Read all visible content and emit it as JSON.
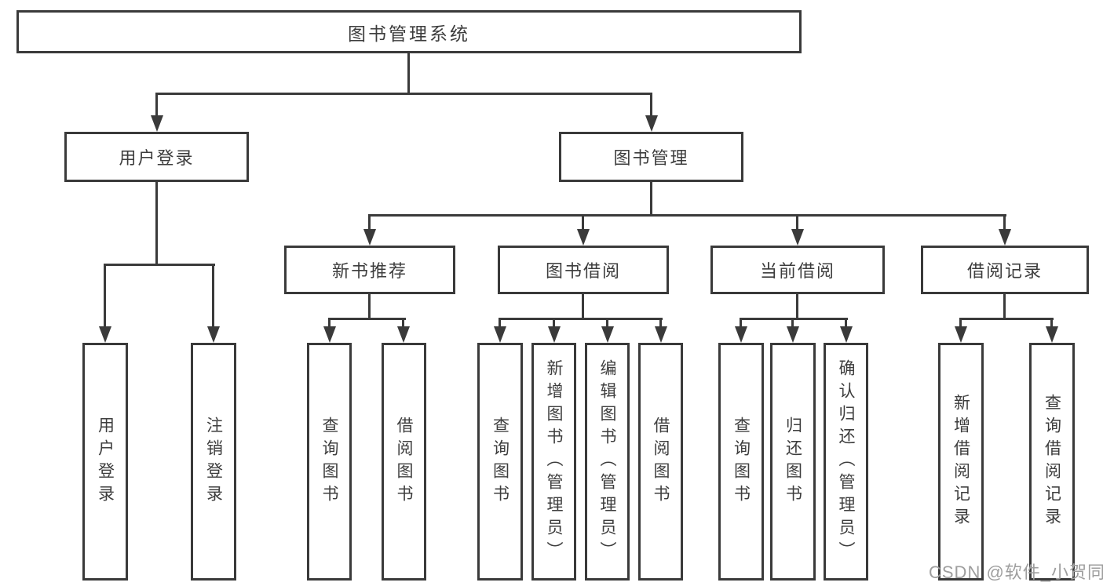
{
  "tree": {
    "root": {
      "label": "图书管理系统"
    },
    "branches": [
      {
        "label": "用户登录",
        "children": [
          {
            "label": "用户登录"
          },
          {
            "label": "注销登录"
          }
        ]
      },
      {
        "label": "图书管理",
        "children": [
          {
            "label": "新书推荐",
            "children": [
              {
                "label": "查询图书"
              },
              {
                "label": "借阅图书"
              }
            ]
          },
          {
            "label": "图书借阅",
            "children": [
              {
                "label": "查询图书"
              },
              {
                "label": "新增图书（管理员）"
              },
              {
                "label": "编辑图书（管理员）"
              },
              {
                "label": "借阅图书"
              }
            ]
          },
          {
            "label": "当前借阅",
            "children": [
              {
                "label": "查询图书"
              },
              {
                "label": "归还图书"
              },
              {
                "label": "确认归还（管理员）"
              }
            ]
          },
          {
            "label": "借阅记录",
            "children": [
              {
                "label": "新增借阅记录"
              },
              {
                "label": "查询借阅记录"
              }
            ]
          }
        ]
      }
    ]
  },
  "watermark": {
    "text": "CSDN @软件_小贺同学"
  },
  "colors": {
    "line": "#3a3a3a",
    "text": "#3d3d3d",
    "watermark": "#9e9e9e",
    "background": "#ffffff"
  }
}
